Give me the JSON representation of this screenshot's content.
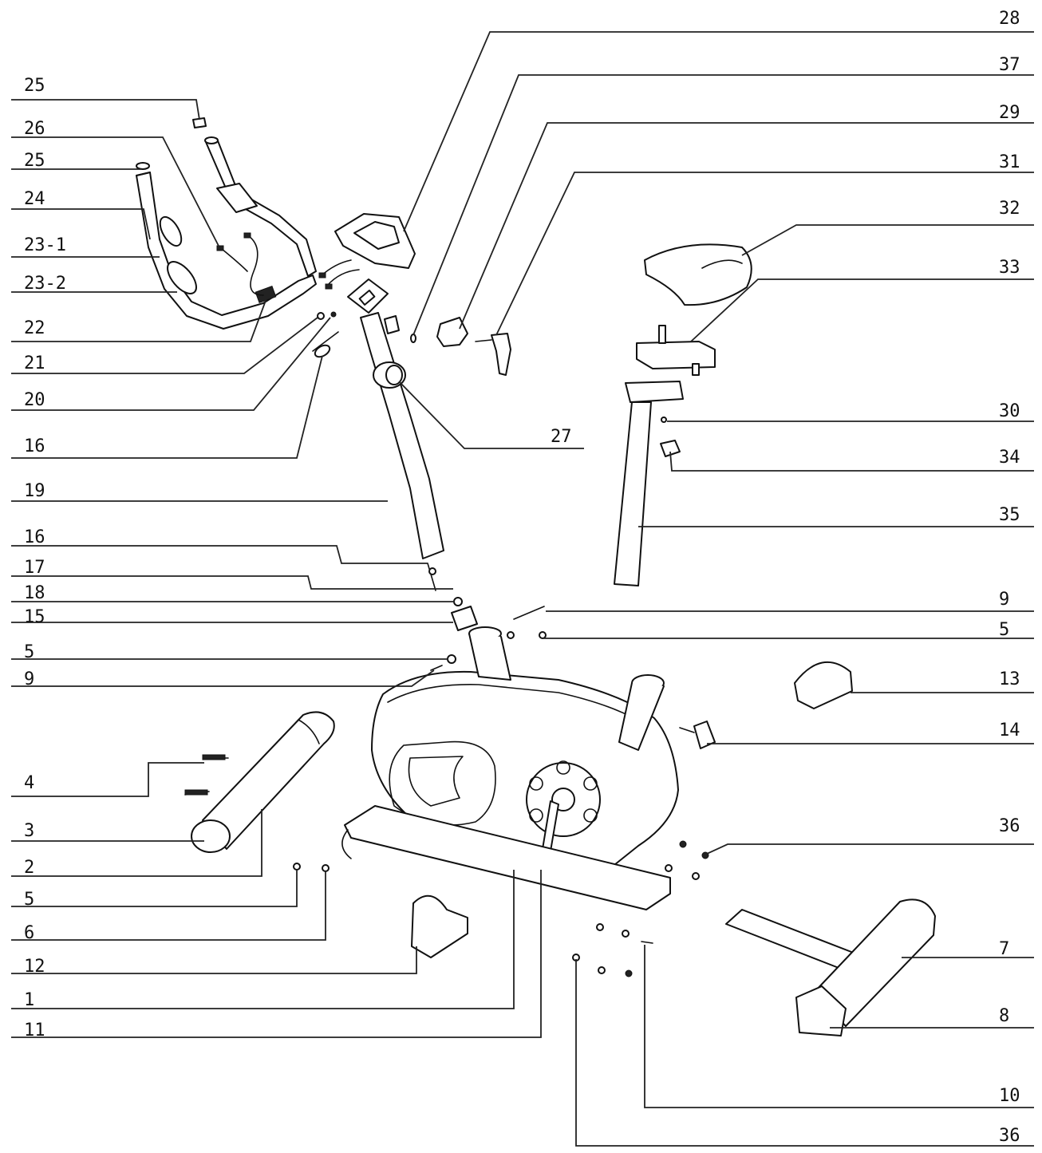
{
  "labels": {
    "left": [
      "25",
      "26",
      "25",
      "24",
      "23-1",
      "23-2",
      "22",
      "21",
      "20",
      "16",
      "19",
      "16",
      "17",
      "18",
      "15",
      "5",
      "9",
      "4",
      "3",
      "2",
      "5",
      "6",
      "12",
      "1",
      "11"
    ],
    "right": [
      "28",
      "37",
      "29",
      "31",
      "32",
      "33",
      "30",
      "34",
      "35",
      "9",
      "5",
      "13",
      "14",
      "36",
      "7",
      "8",
      "10",
      "36"
    ],
    "middle": [
      "27"
    ]
  }
}
